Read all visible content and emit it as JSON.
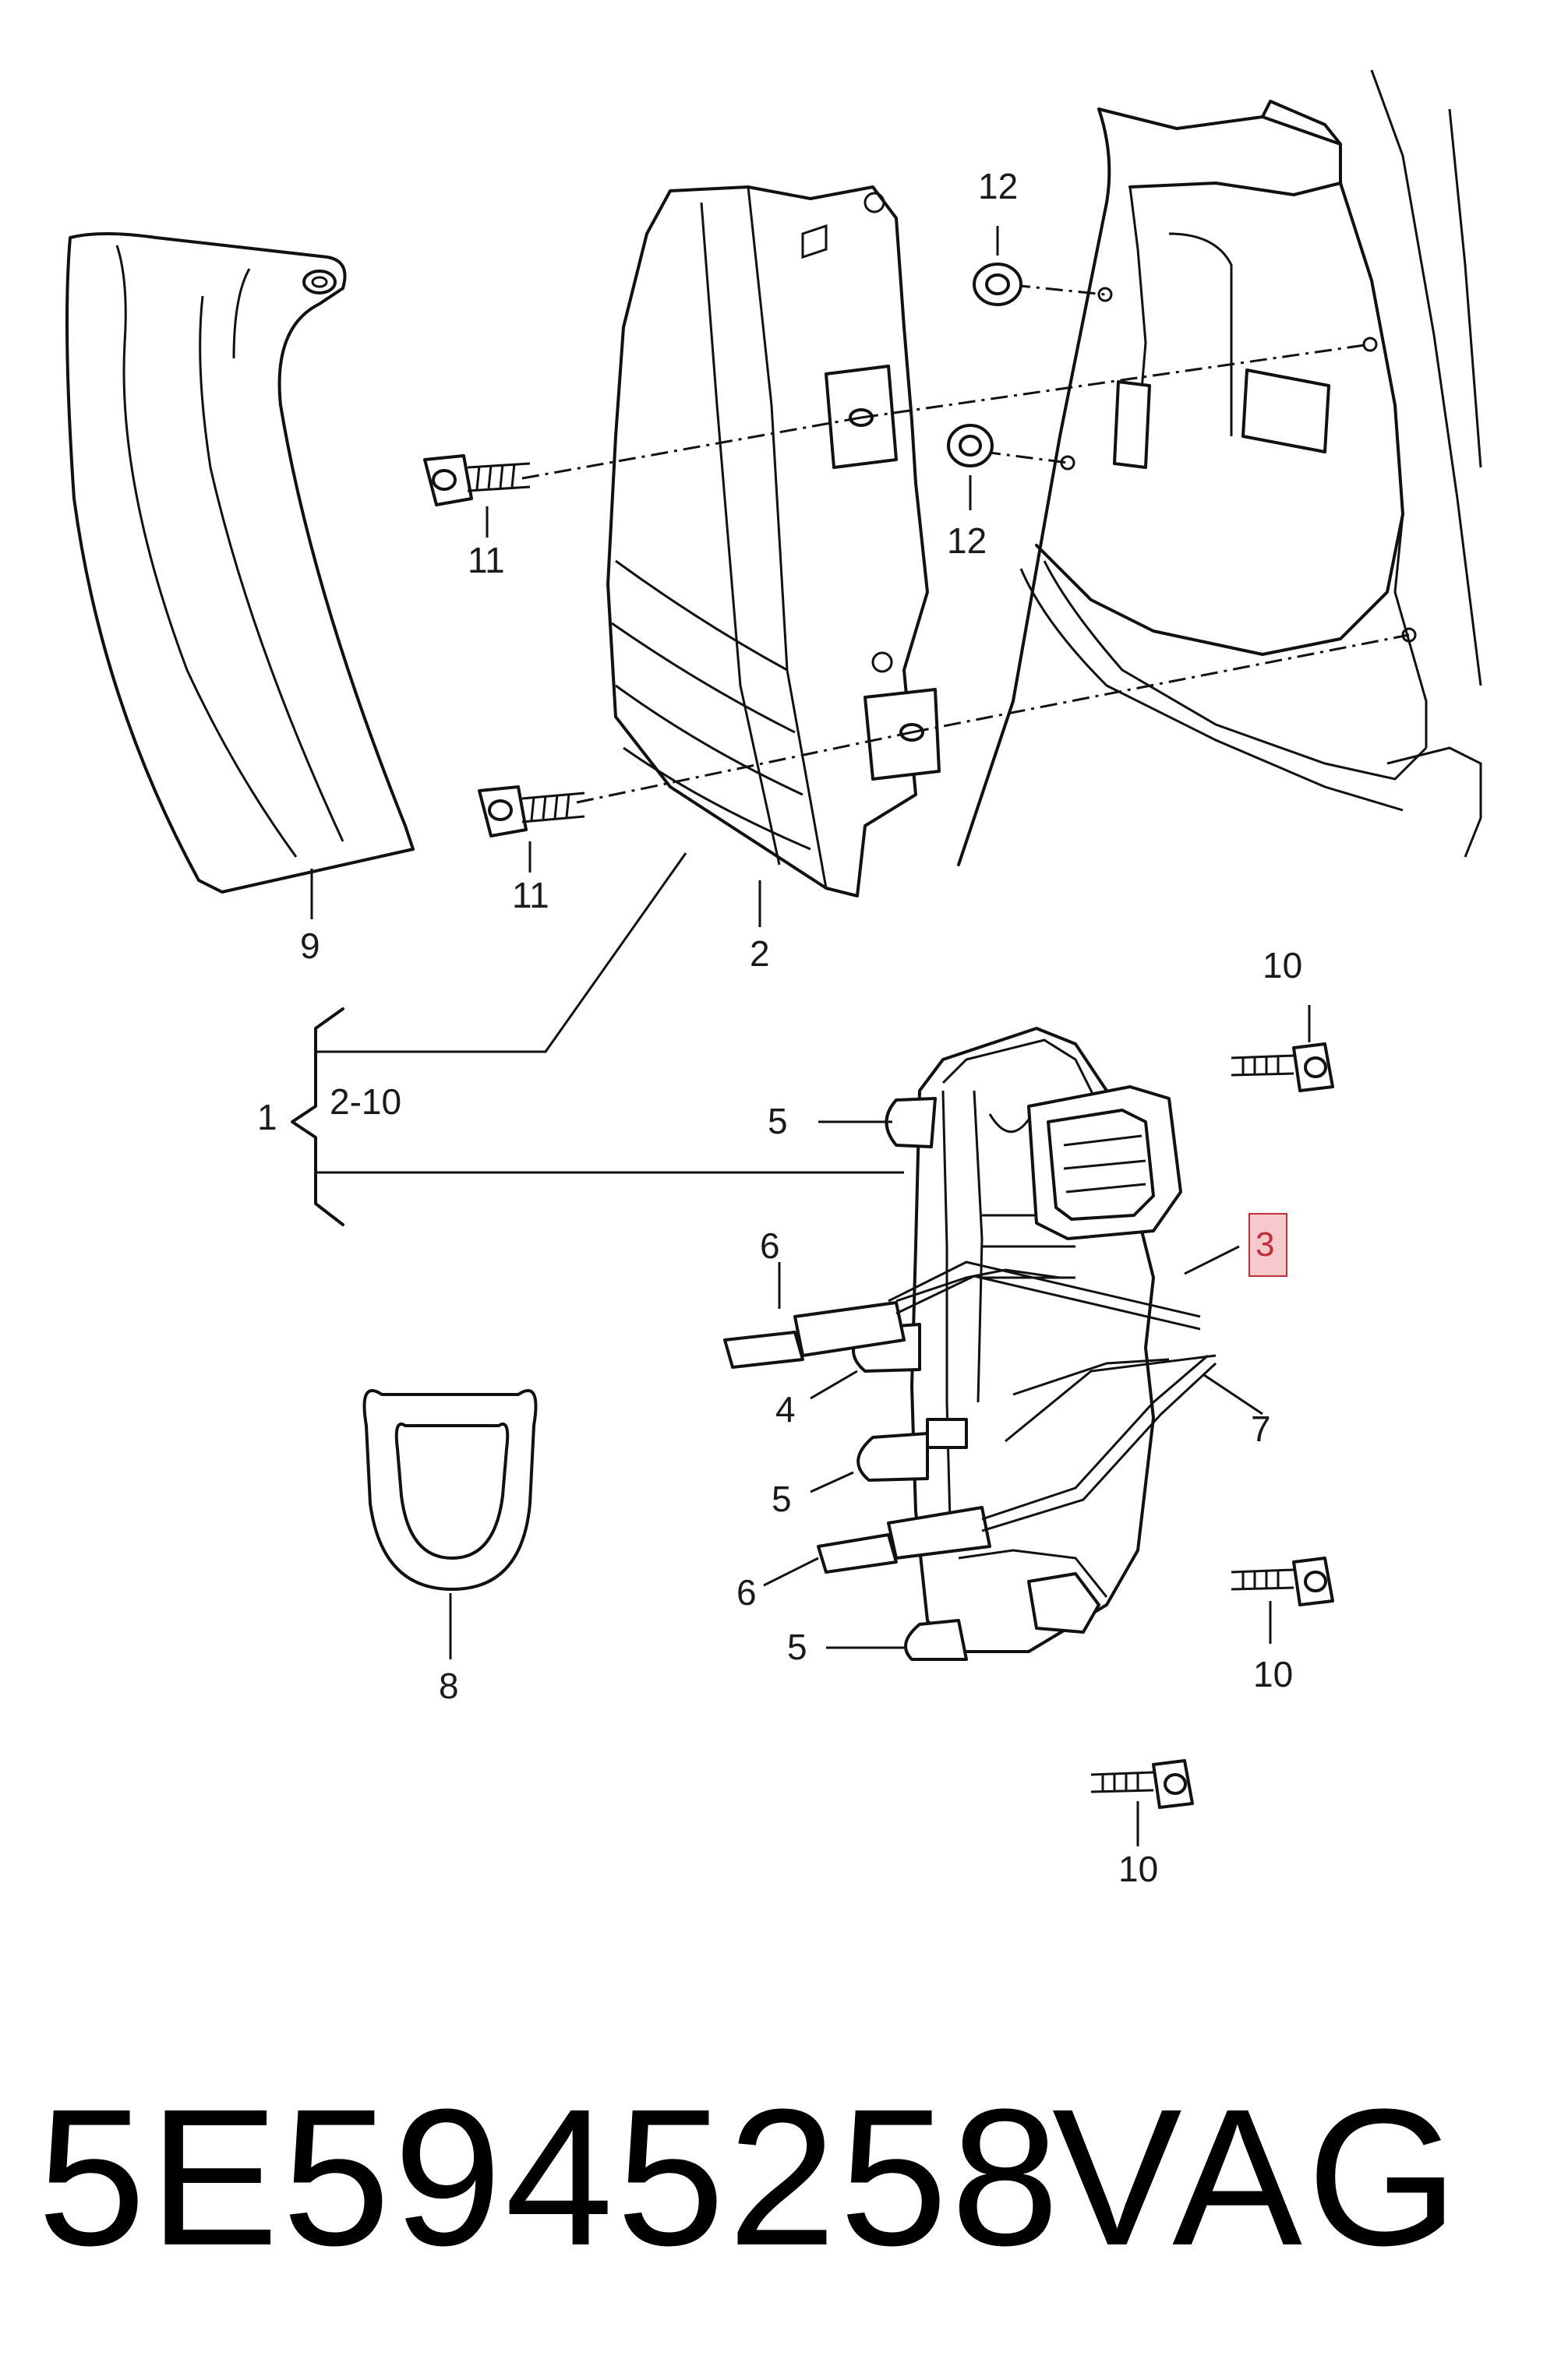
{
  "callouts": {
    "c1": "1",
    "c2_10": "2-10",
    "c2": "2",
    "c3": "3",
    "c4": "4",
    "c5a": "5",
    "c5b": "5",
    "c5c": "5",
    "c6a": "6",
    "c6b": "6",
    "c7": "7",
    "c8": "8",
    "c9": "9",
    "c10a": "10",
    "c10b": "10",
    "c10c": "10",
    "c11a": "11",
    "c11b": "11",
    "c12a": "12",
    "c12b": "12"
  },
  "highlight_color": "#f6c9cc",
  "footer": {
    "part_number": "5E5945258",
    "brand": "VAG"
  }
}
